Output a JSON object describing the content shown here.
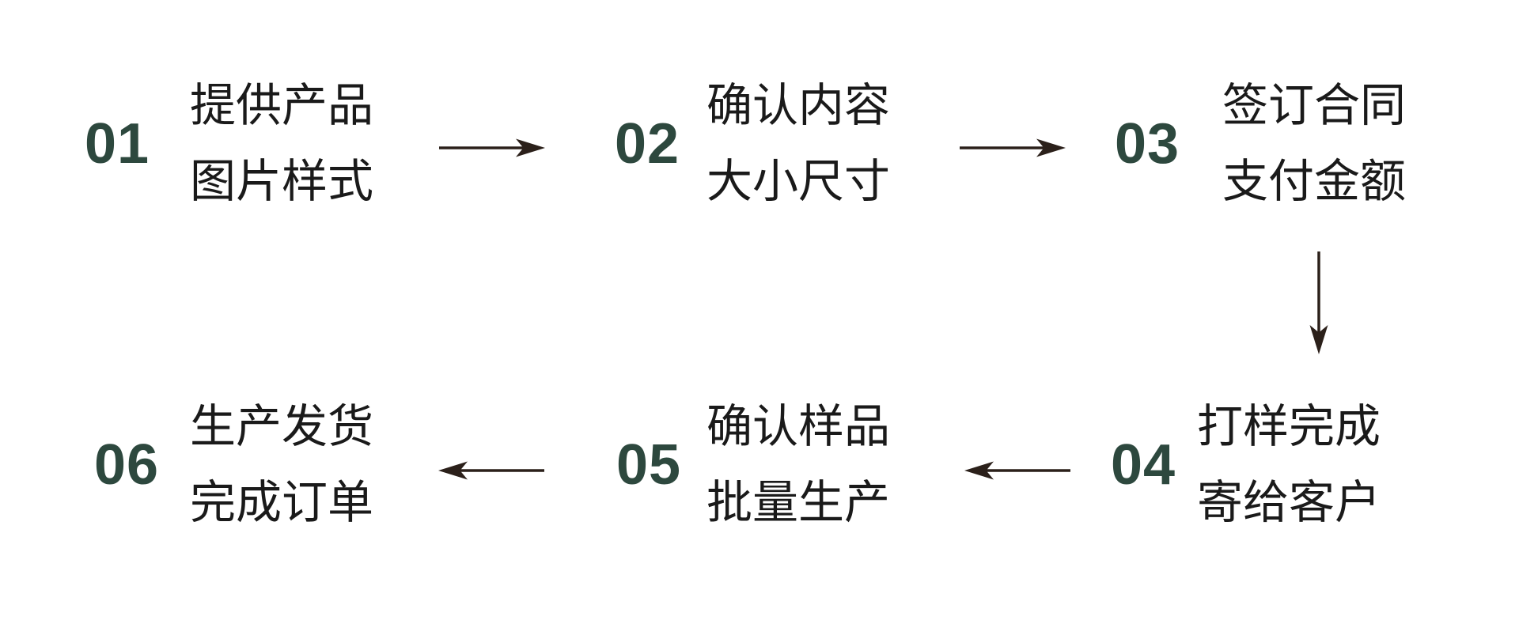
{
  "diagram": {
    "type": "process-flow",
    "language": "zh-CN",
    "steps": [
      {
        "number": "01",
        "line1": "提供产品",
        "line2": "图片样式"
      },
      {
        "number": "02",
        "line1": "确认内容",
        "line2": "大小尺寸"
      },
      {
        "number": "03",
        "line1": "签订合同",
        "line2": "支付金额"
      },
      {
        "number": "04",
        "line1": "打样完成",
        "line2": "寄给客户"
      },
      {
        "number": "05",
        "line1": "确认样品",
        "line2": "批量生产"
      },
      {
        "number": "06",
        "line1": "生产发货",
        "line2": "完成订单"
      }
    ],
    "connections": [
      {
        "from": "01",
        "to": "02",
        "direction": "right"
      },
      {
        "from": "02",
        "to": "03",
        "direction": "right"
      },
      {
        "from": "03",
        "to": "04",
        "direction": "down"
      },
      {
        "from": "04",
        "to": "05",
        "direction": "left"
      },
      {
        "from": "05",
        "to": "06",
        "direction": "left"
      }
    ],
    "colors": {
      "background": "#ffffff",
      "step_number": "#2d483e",
      "step_text": "#1a1a1a",
      "arrow": "#2b201a"
    }
  }
}
